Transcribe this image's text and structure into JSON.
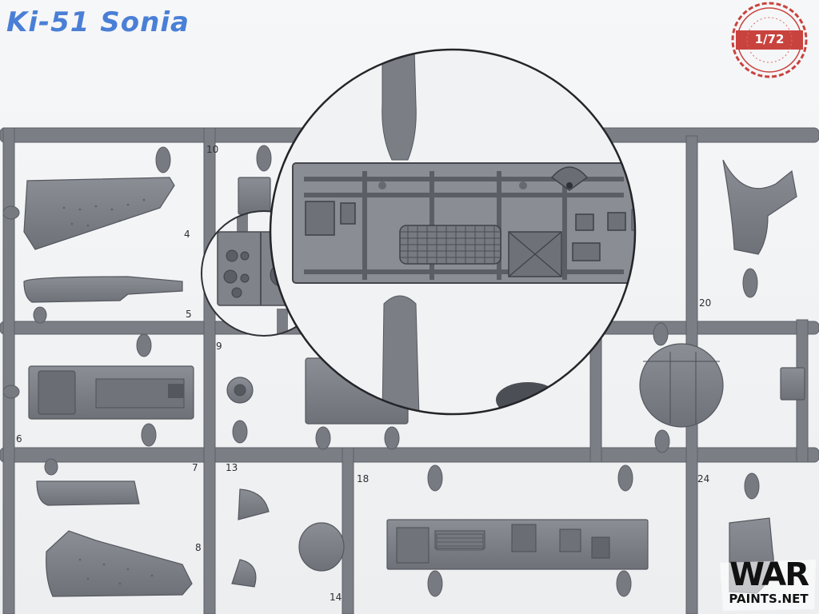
{
  "title": "Ki-51 Sonia",
  "stamp": {
    "scale": "1/72"
  },
  "logo": {
    "word": "WAR",
    "sub": "PAINTS.NET"
  },
  "sprue_numbers": [
    "10",
    "4",
    "5",
    "9",
    "6",
    "7",
    "13",
    "8",
    "14",
    "18",
    "20",
    "24"
  ],
  "colors": {
    "plastic": "#7e8087",
    "plastic_dark": "#5c5f66",
    "title": "#4a7fd6",
    "stamp": "#c9433e"
  }
}
